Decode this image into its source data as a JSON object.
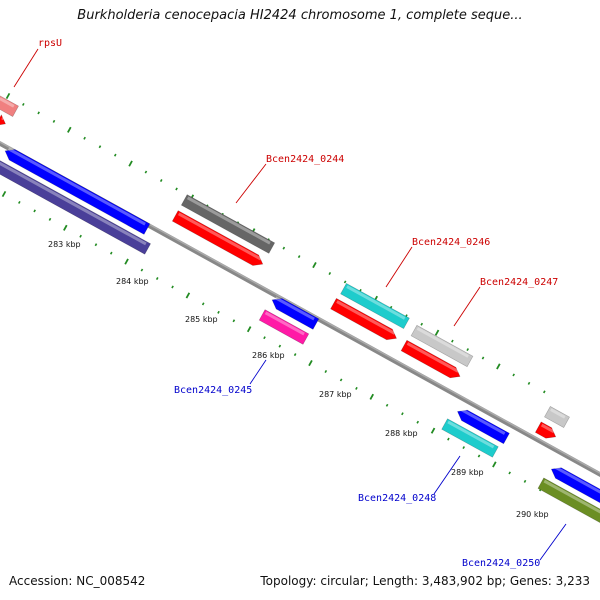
{
  "title": "Burkholderia cenocepacia HI2424 chromosome 1, complete seque...",
  "footer": {
    "accession": "Accession: NC_008542",
    "summary": "Topology: circular; Length: 3,483,902 bp; Genes: 3,233"
  },
  "colors": {
    "backbone": "#888888",
    "tick": "#228b22",
    "label_forward": "#cc0000",
    "label_reverse": "#0000cc"
  },
  "ticks": [
    "283 kbp",
    "284 kbp",
    "285 kbp",
    "286 kbp",
    "287 kbp",
    "288 kbp",
    "289 kbp",
    "290 kbp"
  ],
  "gene_labels": [
    {
      "text": "rpsU",
      "strand": "forward"
    },
    {
      "text": "Bcen2424_0244",
      "strand": "forward"
    },
    {
      "text": "Bcen2424_0246",
      "strand": "forward"
    },
    {
      "text": "Bcen2424_0247",
      "strand": "forward"
    },
    {
      "text": "Bcen2424_0245",
      "strand": "reverse"
    },
    {
      "text": "Bcen2424_0248",
      "strand": "reverse"
    },
    {
      "text": "Bcen2424_0250",
      "strand": "reverse"
    }
  ],
  "feature_colors": {
    "pink": "#f08080",
    "red": "#ff0000",
    "blue": "#0000ff",
    "dark_blue": "#4a3f99",
    "dark_gray": "#666666",
    "cyan": "#1ecccc",
    "light_gray": "#c8c8c8",
    "magenta": "#ff1aa6",
    "olive": "#6b8e23"
  }
}
